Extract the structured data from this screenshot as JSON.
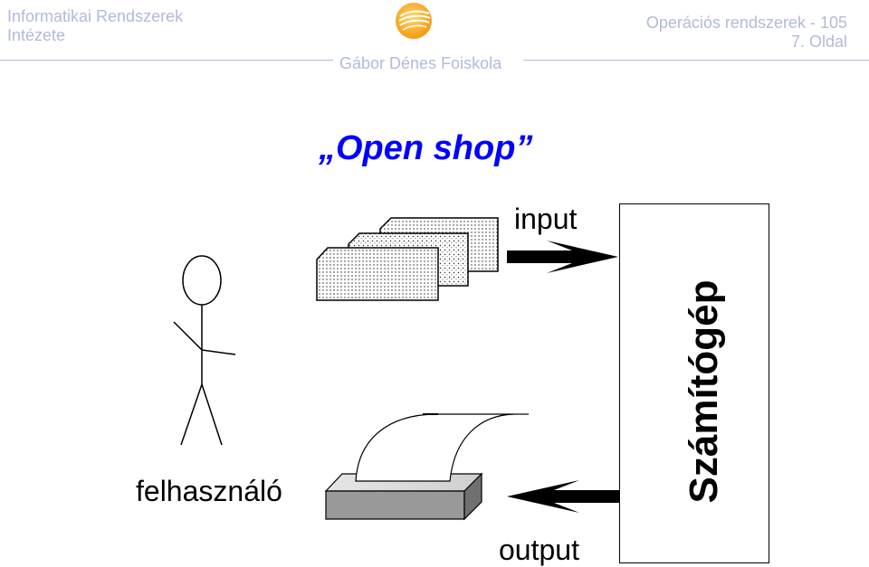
{
  "header": {
    "institute_line1": "Informatikai Rendszerek",
    "institute_line2": "Intézete",
    "course_title": "Operációs rendszerek - 105",
    "page_label": "7. Oldal",
    "school": "Gábor Dénes Foiskola",
    "logo_icon": "college-logo-icon",
    "accent_color": "#b2bad8"
  },
  "slide": {
    "title": "„Open shop”",
    "title_color": "#0000ff"
  },
  "diagram": {
    "input_label": "input",
    "output_label": "output",
    "user_label": "felhasználó",
    "computer_label": "Számítógép"
  }
}
